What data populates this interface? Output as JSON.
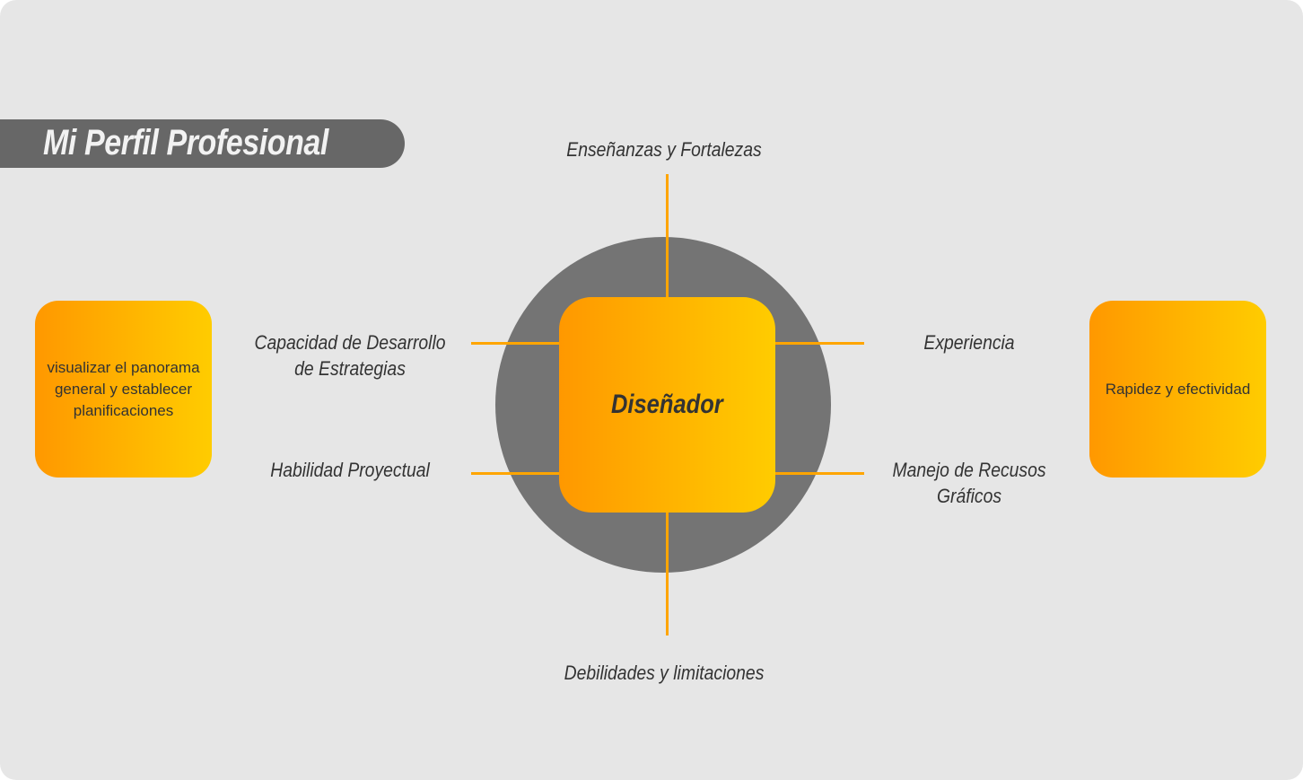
{
  "title": "Mi Perfil Profesional",
  "center": {
    "label": "Diseñador"
  },
  "labels": {
    "top": "Enseñanzas y Fortalezas",
    "bottom": "Debilidades y limitaciones",
    "left_top": [
      "Capacidad de Desarrollo",
      "de Estrategias"
    ],
    "left_bottom": "Habilidad Proyectual",
    "right_top": "Experiencia",
    "right_bottom": [
      "Manejo de Recusos",
      "Gráficos"
    ]
  },
  "side_boxes": {
    "left": "visualizar el panorama general y establecer planificaciones",
    "right": "Rapidez y efectividad"
  },
  "colors": {
    "accent_start": "#ff9800",
    "accent_end": "#ffcc00",
    "circle": "#747474",
    "banner": "#676767",
    "background": "#e6e6e6"
  }
}
